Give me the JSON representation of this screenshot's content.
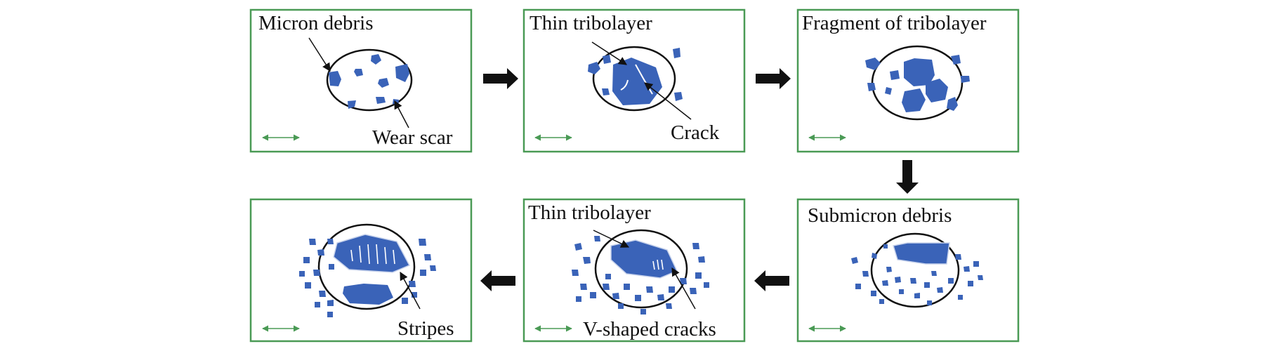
{
  "panels": [
    {
      "id": "p1",
      "labels": [
        "Micron debris",
        "Wear scar"
      ]
    },
    {
      "id": "p2",
      "labels": [
        "Thin tribolayer",
        "Crack"
      ]
    },
    {
      "id": "p3",
      "labels": [
        "Fragment of tribolayer"
      ]
    },
    {
      "id": "p4",
      "labels": [
        "Submicron debris"
      ]
    },
    {
      "id": "p5",
      "labels": [
        "Thin tribolayer",
        "V-shaped cracks"
      ]
    },
    {
      "id": "p6",
      "labels": [
        "Stripes"
      ]
    }
  ],
  "colors": {
    "frame": "#4a9a55",
    "debris": "#3a63b8",
    "outline": "#111111",
    "flow_arrow": "#111111",
    "sliding_arrow": "#4a9a55"
  }
}
